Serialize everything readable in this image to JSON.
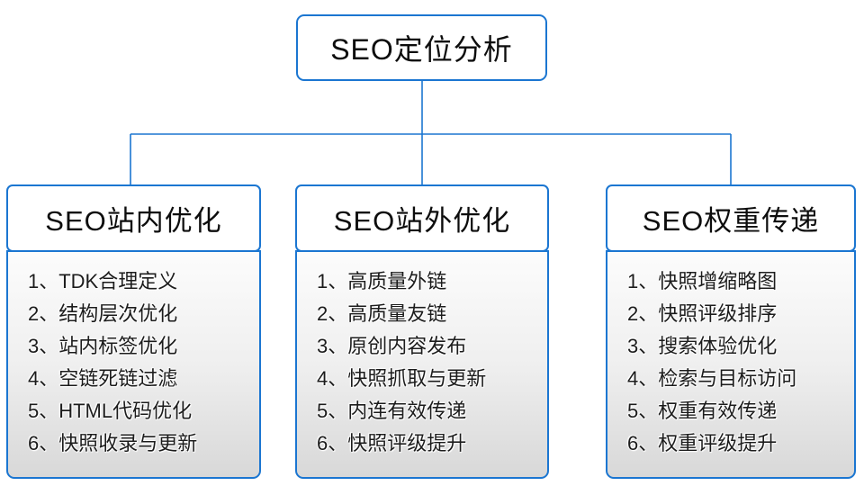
{
  "diagram": {
    "root_title": "SEO定位分析",
    "columns": [
      {
        "title": "SEO站内优化",
        "items": [
          "1、TDK合理定义",
          "2、结构层次优化",
          "3、站内标签优化",
          "4、空链死链过滤",
          "5、HTML代码优化",
          "6、快照收录与更新"
        ]
      },
      {
        "title": "SEO站外优化",
        "items": [
          "1、高质量外链",
          "2、高质量友链",
          "3、原创内容发布",
          "4、快照抓取与更新",
          "5、内连有效传递",
          "6、快照评级提升"
        ]
      },
      {
        "title": "SEO权重传递",
        "items": [
          "1、快照增缩略图",
          "2、快照评级排序",
          "3、搜索体验优化",
          "4、检索与目标访问",
          "5、权重有效传递",
          "6、权重评级提升"
        ]
      }
    ],
    "colors": {
      "accent_blue": "#1b76d1",
      "panel_gradient_top": "#fcfcfc",
      "panel_gradient_bottom": "#d8d8d8",
      "text": "#111111",
      "background": "#ffffff"
    }
  }
}
